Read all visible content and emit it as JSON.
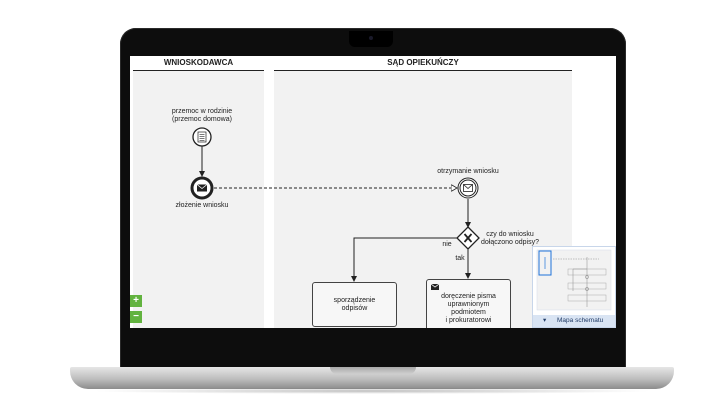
{
  "lanes": {
    "applicant": "WNIOSKODAWCA",
    "court": "SĄD OPIEKUŃCZY"
  },
  "nodes": {
    "start_event": "przemoc w rodzinie\n(przemoc domowa)",
    "submit_event": "złożenie wniosku",
    "receive_event": "otrzymanie wniosku",
    "gateway_question": "czy do wniosku\ndołączono odpisy?",
    "gateway_no": "nie",
    "gateway_yes": "tak",
    "task_copies": "sporządzenie\nodpisów",
    "task_delivery": "doręczenie pisma\nuprawnionym\npodmiotem\ni prokuratorowi"
  },
  "zoom": {
    "in": "+",
    "out": "−"
  },
  "minimap": {
    "label": "Mapa schematu",
    "toggle_icon": "chevron-down-icon"
  },
  "colors": {
    "zoom_green": "#62b33f",
    "lane_gray": "#f2f2f2",
    "minimap_header": "#d9e4f3"
  }
}
